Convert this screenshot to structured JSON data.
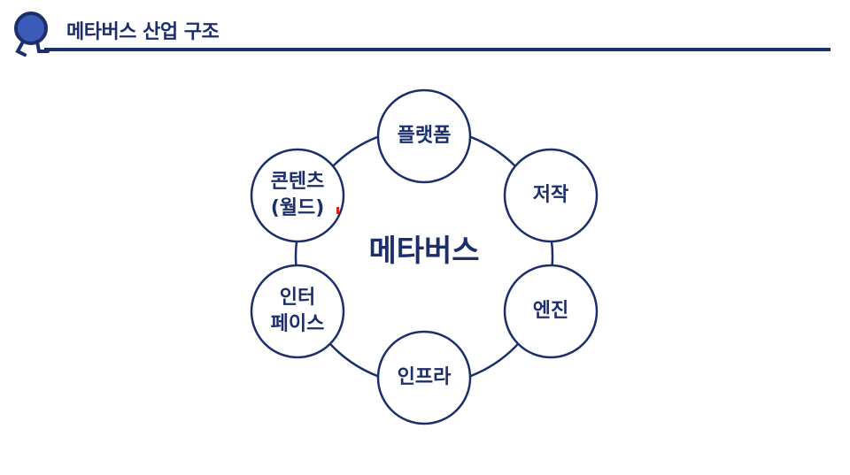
{
  "header": {
    "title": "메타버스 산업 구조"
  },
  "diagram": {
    "center": "메타버스",
    "nodes": [
      {
        "label": "플랫폼"
      },
      {
        "label": "저작"
      },
      {
        "label": "엔진"
      },
      {
        "label": "인프라"
      },
      {
        "label": "인터\n페이스"
      },
      {
        "label": "콘텐츠\n(월드)"
      }
    ]
  },
  "colors": {
    "primary": "#1c2f6b",
    "logo": "#3a5bb8"
  }
}
